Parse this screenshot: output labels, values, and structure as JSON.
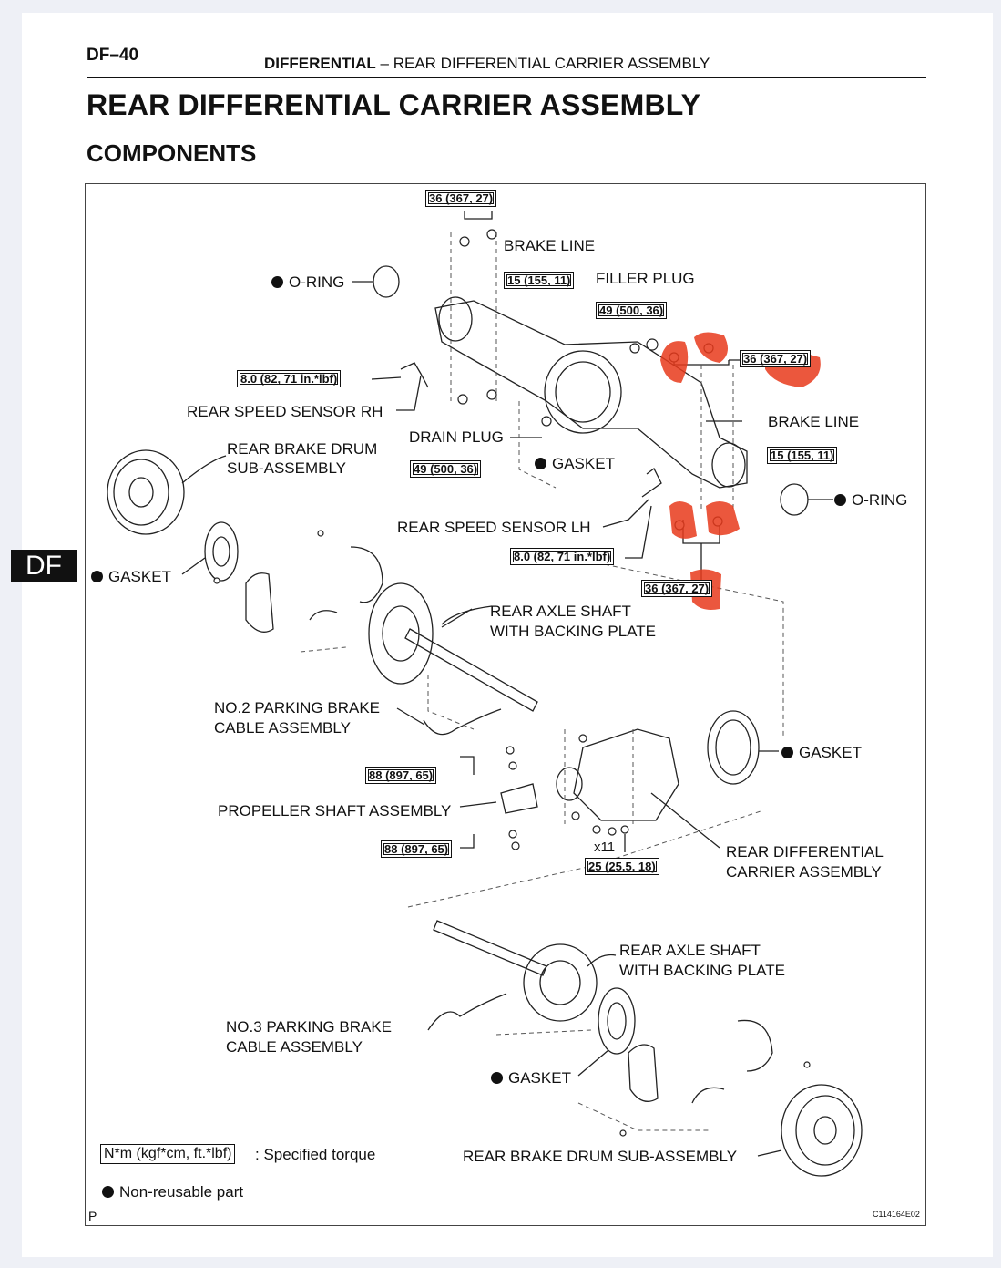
{
  "header": {
    "page_number": "DF–40",
    "section": "DIFFERENTIAL",
    "separator": "–",
    "subsection": "REAR DIFFERENTIAL CARRIER ASSEMBLY"
  },
  "title": "REAR DIFFERENTIAL CARRIER ASSEMBLY",
  "subtitle": "COMPONENTS",
  "side_tab": "DF",
  "labels": {
    "brake_line_top": "BRAKE LINE",
    "o_ring_left": "O-RING",
    "filler_plug": "FILLER PLUG",
    "rear_speed_sensor_rh": "REAR SPEED SENSOR RH",
    "drain_plug": "DRAIN PLUG",
    "gasket_drain": "GASKET",
    "brake_line_right": "BRAKE LINE",
    "rear_brake_drum_sub_1": "REAR BRAKE DRUM",
    "rear_brake_drum_sub_2": "SUB-ASSEMBLY",
    "o_ring_right": "O-RING",
    "rear_speed_sensor_lh": "REAR SPEED SENSOR LH",
    "gasket_left": "GASKET",
    "rear_axle_shaft_1a": "REAR AXLE SHAFT",
    "rear_axle_shaft_1b": "WITH BACKING PLATE",
    "no2_parking_1": "NO.2 PARKING BRAKE",
    "no2_parking_2": "CABLE ASSEMBLY",
    "gasket_carrier": "GASKET",
    "propeller_shaft": "PROPELLER SHAFT ASSEMBLY",
    "x11": "x11",
    "rear_diff_carrier_1": "REAR DIFFERENTIAL",
    "rear_diff_carrier_2": "CARRIER ASSEMBLY",
    "rear_axle_shaft_2a": "REAR AXLE SHAFT",
    "rear_axle_shaft_2b": "WITH BACKING PLATE",
    "no3_parking_1": "NO.3 PARKING BRAKE",
    "no3_parking_2": "CABLE ASSEMBLY",
    "gasket_bottom": "GASKET",
    "rear_brake_drum_bottom": "REAR BRAKE DRUM SUB-ASSEMBLY"
  },
  "torques": {
    "t_top": "36 (367, 27)",
    "t_filler": "15 (155, 11)",
    "t_49_top": "49 (500, 36)",
    "t_36_right": "36 (367, 27)",
    "t_8_rh": "8.0 (82, 71 in.*lbf)",
    "t_15_right": "15 (155, 11)",
    "t_49_drain": "49 (500, 36)",
    "t_8_lh": "8.0 (82, 71 in.*lbf)",
    "t_36_lower": "36 (367, 27)",
    "t_88_top": "88 (897, 65)",
    "t_88_bottom": "88 (897, 65)",
    "t_25": "25 (25.5, 18)"
  },
  "legend": {
    "torque_box": "N*m (kgf*cm, ft.*lbf)",
    "torque_text": ": Specified torque",
    "nonreusable": "Non-reusable part"
  },
  "footer": {
    "letter": "P",
    "figure_code": "C114164E02"
  },
  "colors": {
    "annotation_red": "#e83a1c"
  }
}
